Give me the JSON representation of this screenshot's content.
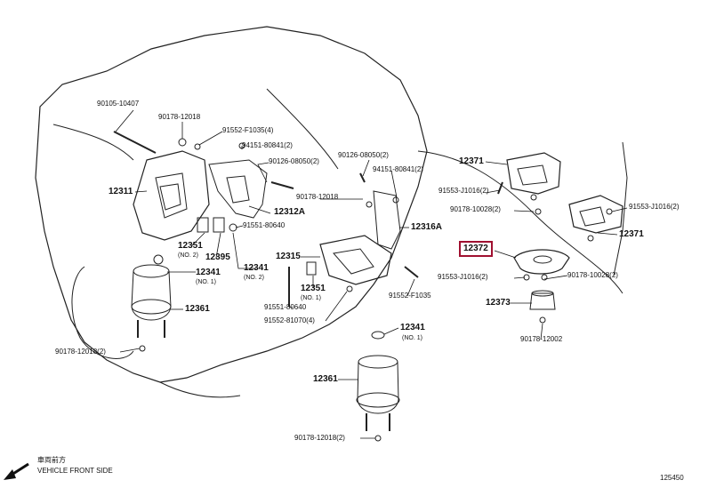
{
  "labels": {
    "p90105_10407": "90105-10407",
    "p90178_12018_a": "90178-12018",
    "p91552_f1035_4": "91552-F1035(4)",
    "p94151_80841_2a": "94151-80841(2)",
    "p90126_08050_2a": "90126-08050(2)",
    "p90126_08050_2b": "90126-08050(2)",
    "p94151_80841_2b": "94151-80841(2)",
    "p12371_top": "12371",
    "p12311": "12311",
    "p90178_12018_b": "90178-12018",
    "p91553_j1016_2a": "91553-J1016(2)",
    "p90178_10028_2a": "90178-10028(2)",
    "p91553_j1016_2b": "91553-J1016(2)",
    "p12312a": "12312A",
    "p91551_80640_a": "91551-80640",
    "p12316a": "12316A",
    "p12371_right": "12371",
    "p12372": "12372",
    "p12351_a": "12351",
    "p12351_a_sub": "(NO. 2)",
    "p12395": "12395",
    "p12315": "12315",
    "p12341_a": "12341",
    "p12341_a_sub": "(NO. 1)",
    "p12341_b": "12341",
    "p12341_b_sub": "(NO. 2)",
    "p12351_b": "12351",
    "p12351_b_sub": "(NO. 1)",
    "p91553_j1016_c": "91553-J1016(2)",
    "p90178_10028_2b": "90178-10028(2)",
    "p91552_f1035": "91552-F1035",
    "p12373": "12373",
    "p91551_80640_b": "91551-80640",
    "p12361_a": "12361",
    "p91552_81070_4": "91552-81070(4)",
    "p12341_c": "12341",
    "p12341_c_sub": "(NO. 1)",
    "p90178_12002": "90178-12002",
    "p90178_12018_2a": "90178-12018(2)",
    "p12361_b": "12361",
    "p90178_12018_2b": "90178-12018(2)",
    "vehicle_front_jp": "車両前方",
    "vehicle_front_en": "VEHICLE FRONT SIDE",
    "figure_no": "125450"
  },
  "colors": {
    "line": "#111111",
    "highlight_box": "#a01030",
    "engine_outline": "#222222"
  },
  "icons": {
    "front_arrow": "arrow-left-down-icon"
  }
}
